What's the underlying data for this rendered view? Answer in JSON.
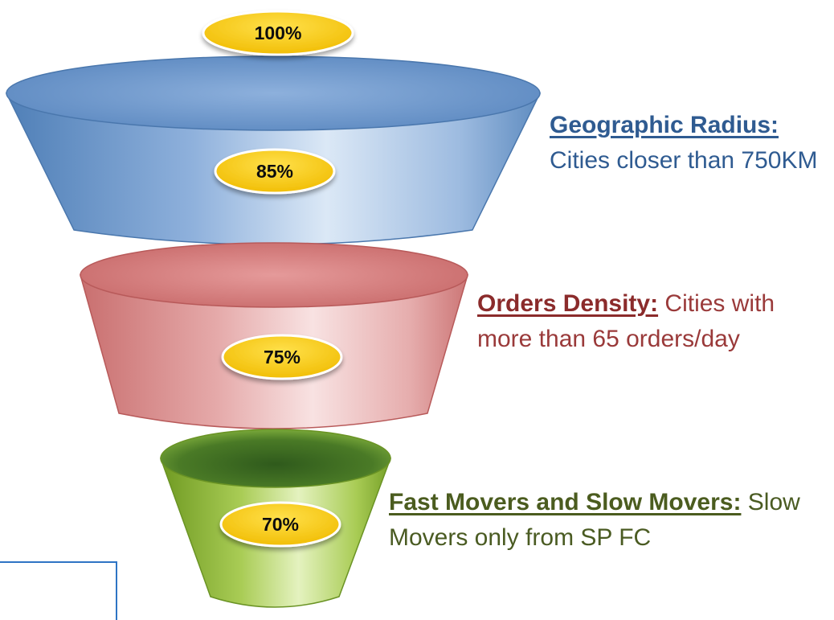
{
  "stages": [
    {
      "id": "top",
      "badge": "100%"
    },
    {
      "id": "geographic-radius",
      "badge": "85%",
      "title": "Geographic Radius:",
      "description": "Cities closer than 750KM",
      "color": "#7fa6d6"
    },
    {
      "id": "orders-density",
      "badge": "75%",
      "title": "Orders Density:",
      "description": "Cities with more than 65 orders/day",
      "color": "#d98f8f"
    },
    {
      "id": "fast-slow-movers",
      "badge": "70%",
      "title": "Fast Movers and Slow Movers:",
      "description": "Slow Movers only from SP FC",
      "color": "#9fc24b"
    }
  ],
  "badge_color": "#f2c200",
  "frame_color": "#2e74c4"
}
